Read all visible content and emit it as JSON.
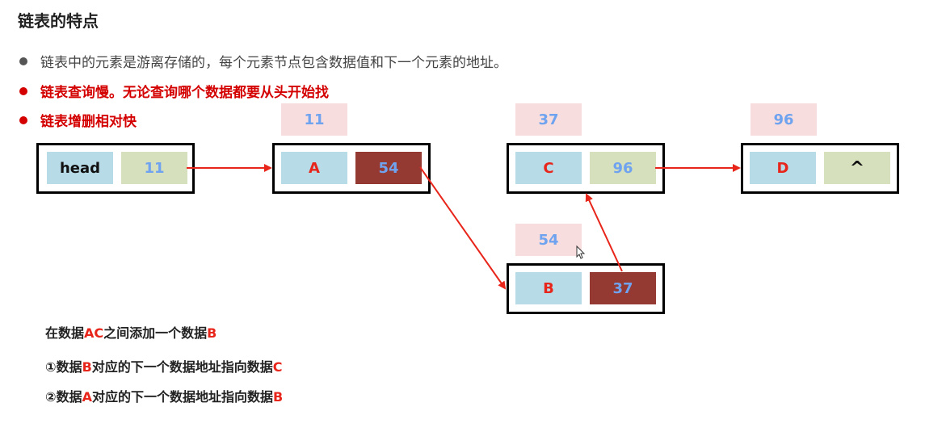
{
  "title": "链表的特点",
  "bullets": [
    "链表中的元素是游离存储的，每个元素节点包含数据值和下一个元素的地址。",
    "链表查询慢。无论查询哪个数据都要从头开始找",
    "链表增删相对快"
  ],
  "nodes": {
    "head": {
      "label": "head",
      "next": "11"
    },
    "a": {
      "addr": "11",
      "value": "A",
      "next": "54"
    },
    "c": {
      "addr": "37",
      "value": "C",
      "next": "96"
    },
    "d": {
      "addr": "96",
      "value": "D",
      "next": "^"
    },
    "b": {
      "addr": "54",
      "value": "B",
      "next": "37"
    }
  },
  "notes": {
    "line1": {
      "p1": "在数据",
      "h1": "AC",
      "p2": "之间添加一个数据",
      "h2": "B"
    },
    "line2": {
      "p1": "①数据",
      "h1": "B",
      "p2": "对应的下一个数据地址指向数据",
      "h2": "C"
    },
    "line3": {
      "p1": "②数据",
      "h1": "A",
      "p2": "对应的下一个数据地址指向数据",
      "h2": "B"
    }
  },
  "colors": {
    "accent_red": "#e8251a",
    "value_blue": "#6fa3ef",
    "cell_light_blue": "#b7dbe7",
    "cell_light_green": "#d6e0bd",
    "cell_dark_red": "#953a33",
    "addr_pink": "#f7dddd"
  }
}
